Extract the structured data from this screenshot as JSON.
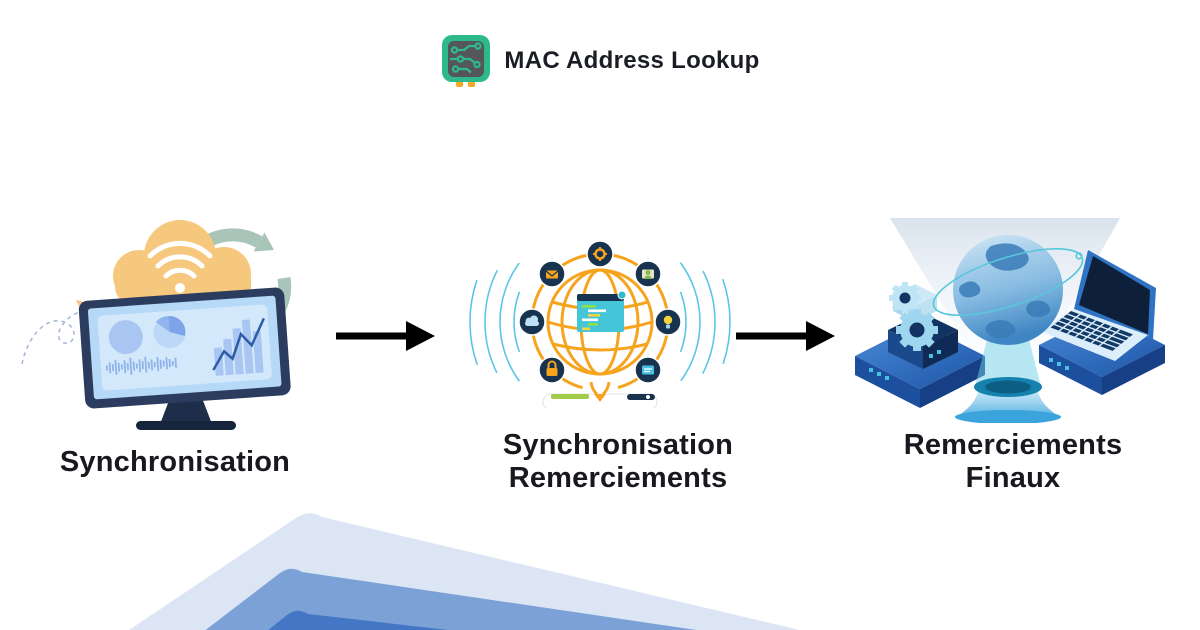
{
  "header": {
    "title": "MAC Address Lookup",
    "logo_icon": "circuit-chip-icon"
  },
  "steps": [
    {
      "id": 1,
      "label_lines": [
        "Synchronisation"
      ],
      "illustration": "cloud-sync-monitor"
    },
    {
      "id": 2,
      "label_lines": [
        "Synchronisation",
        "Remerciements"
      ],
      "illustration": "connected-network-globe"
    },
    {
      "id": 3,
      "label_lines": [
        "Remerciements",
        "Finaux"
      ],
      "illustration": "hologram-globe-devices"
    }
  ],
  "arrows": {
    "count": 2,
    "style": "solid-black-right-arrow"
  },
  "colors": {
    "brand_green": "#2eb98a",
    "chip_pin_orange": "#f6a821",
    "title_text": "#1a1d23",
    "label_text": "#17191e",
    "arrow_black": "#000000",
    "illustration_orange": "#f6a41e",
    "illustration_cyan": "#49c0e5",
    "illustration_navy": "#17334f",
    "cloud_yellow": "#f6c87d",
    "sync_arrows_green": "#a9c4b8",
    "monitor_navy": "#2b3c5e",
    "screen_blue": "#b5d9f6",
    "iso_blue_dark": "#1c4f9e",
    "iso_blue_light": "#9fd6ef",
    "wave_light": "#dbe5f4",
    "wave_medium": "#7ca1d6",
    "wave_dark": "#4377c5"
  }
}
